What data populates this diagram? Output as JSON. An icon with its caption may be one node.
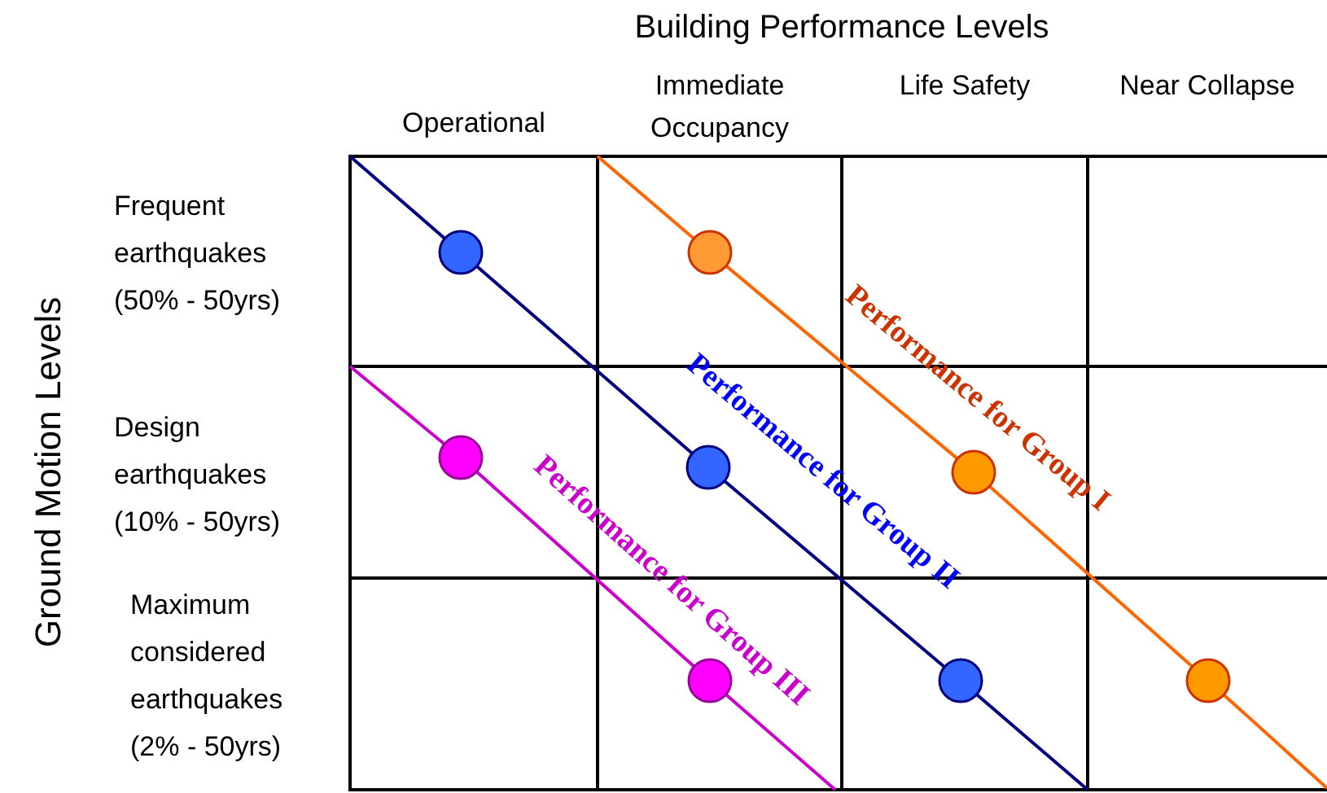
{
  "diagram": {
    "title": "Building Performance Levels",
    "nodes": [
      {
        "text": [],
        "shape": "circle"
      },
      {
        "text": [],
        "shape": "circle"
      },
      {
        "text": [],
        "shape": "circle"
      },
      {
        "text": [],
        "shape": "circle"
      },
      {
        "text": [],
        "shape": "circle"
      },
      {
        "text": [],
        "shape": "circle"
      },
      {
        "text": [],
        "shape": "circle"
      },
      {
        "text": [],
        "shape": "circle"
      }
    ],
    "edges": [
      {
        "from": 0,
        "to": 3,
        "arrow": "none",
        "color": "#000080"
      },
      {
        "from": 3,
        "to": 6,
        "arrow": "none",
        "color": "#000080",
        "label": "Performance for Group II"
      },
      {
        "from": 1,
        "to": 4,
        "arrow": "none",
        "color": "#ff6600",
        "label": "Performance for Group I"
      },
      {
        "from": 4,
        "to": 7,
        "arrow": "none",
        "color": "#ff6600"
      },
      {
        "from": 2,
        "to": 5,
        "arrow": "none",
        "color": "#cc00cc",
        "label": "Performance for Group III"
      }
    ],
    "labels": [
      "Operational",
      "Immediate Occupancy",
      "Life Safety",
      "Near Collapse",
      "Ground Motion Levels",
      "Frequent earthquakes (50% - 50yrs)",
      "Design earthquakes (10% - 50yrs)",
      "Maximum considered earthquakes (2% - 50yrs)"
    ]
  }
}
